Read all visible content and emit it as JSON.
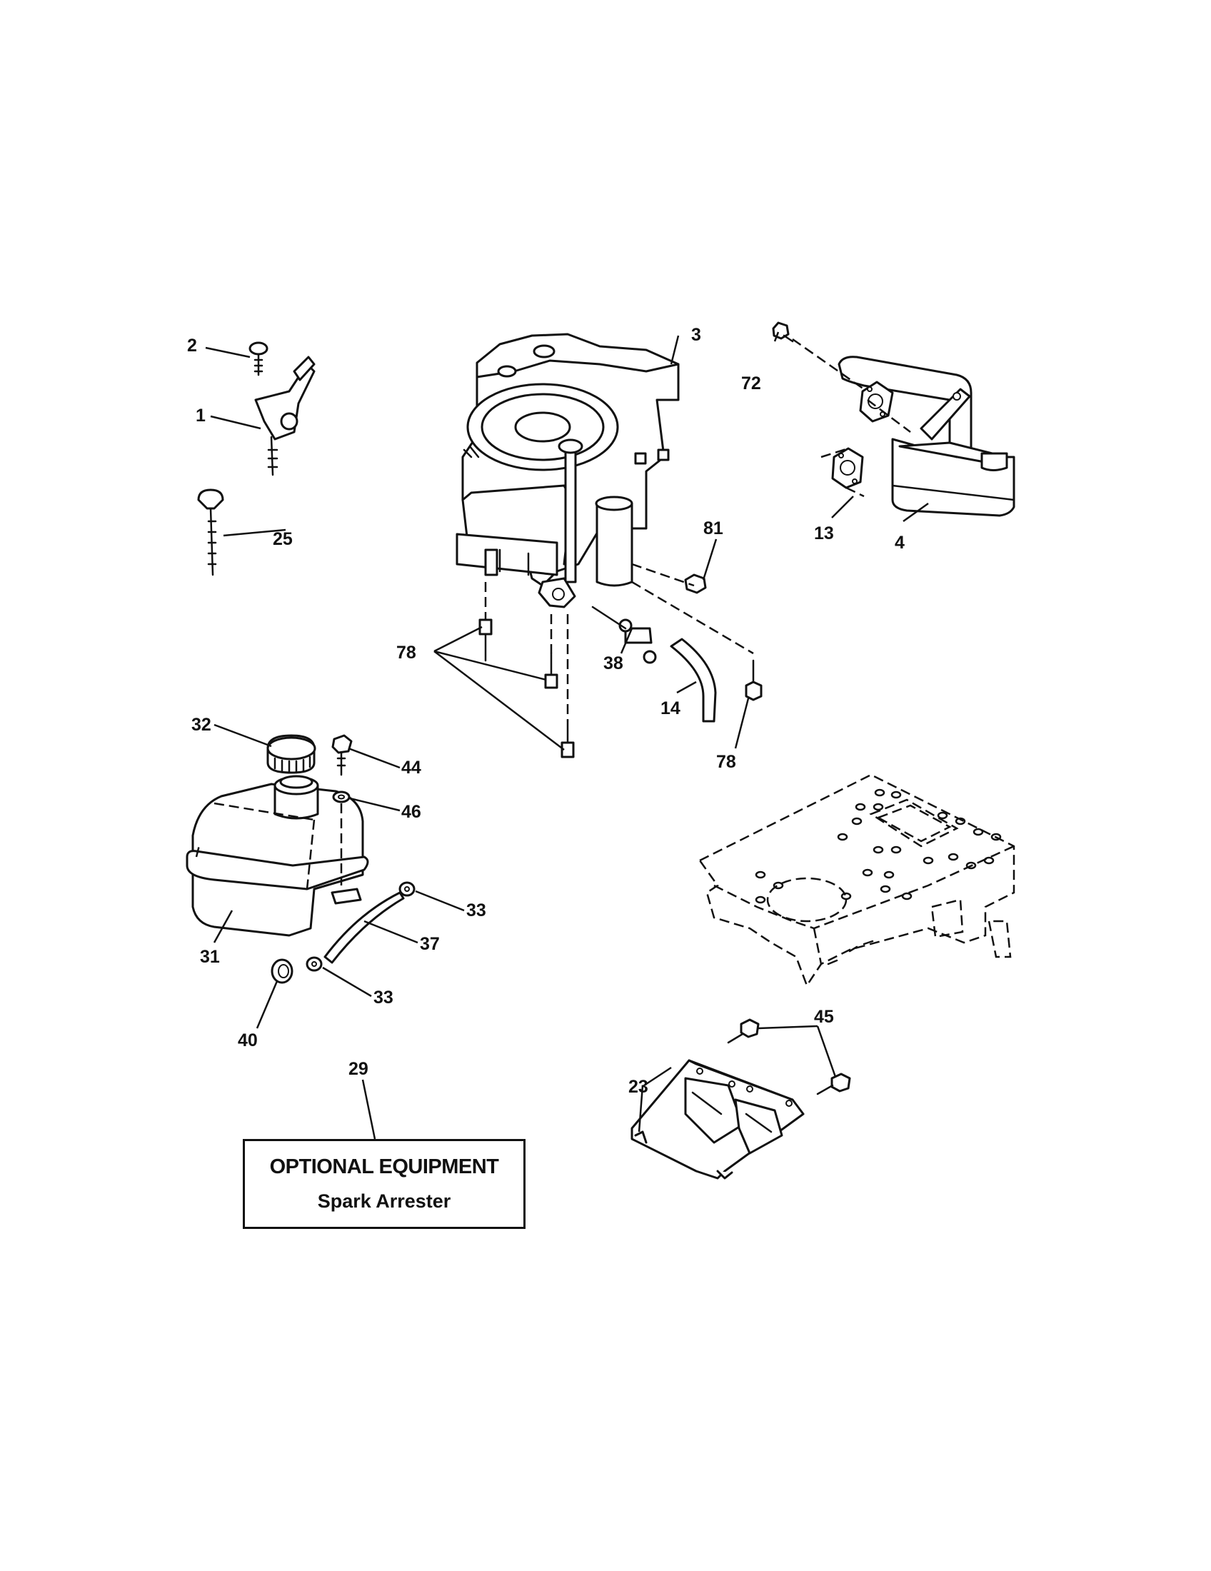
{
  "callouts": {
    "c1": "1",
    "c2": "2",
    "c3": "3",
    "c4": "4",
    "c13": "13",
    "c14": "14",
    "c23": "23",
    "c25": "25",
    "c29": "29",
    "c31": "31",
    "c32": "32",
    "c33a": "33",
    "c33b": "33",
    "c37": "37",
    "c38": "38",
    "c40": "40",
    "c44": "44",
    "c45": "45",
    "c46": "46",
    "c72": "72",
    "c78a": "78",
    "c78b": "78",
    "c81": "81"
  },
  "optional_box": {
    "title": "OPTIONAL EQUIPMENT",
    "subtitle": "Spark Arrester"
  }
}
